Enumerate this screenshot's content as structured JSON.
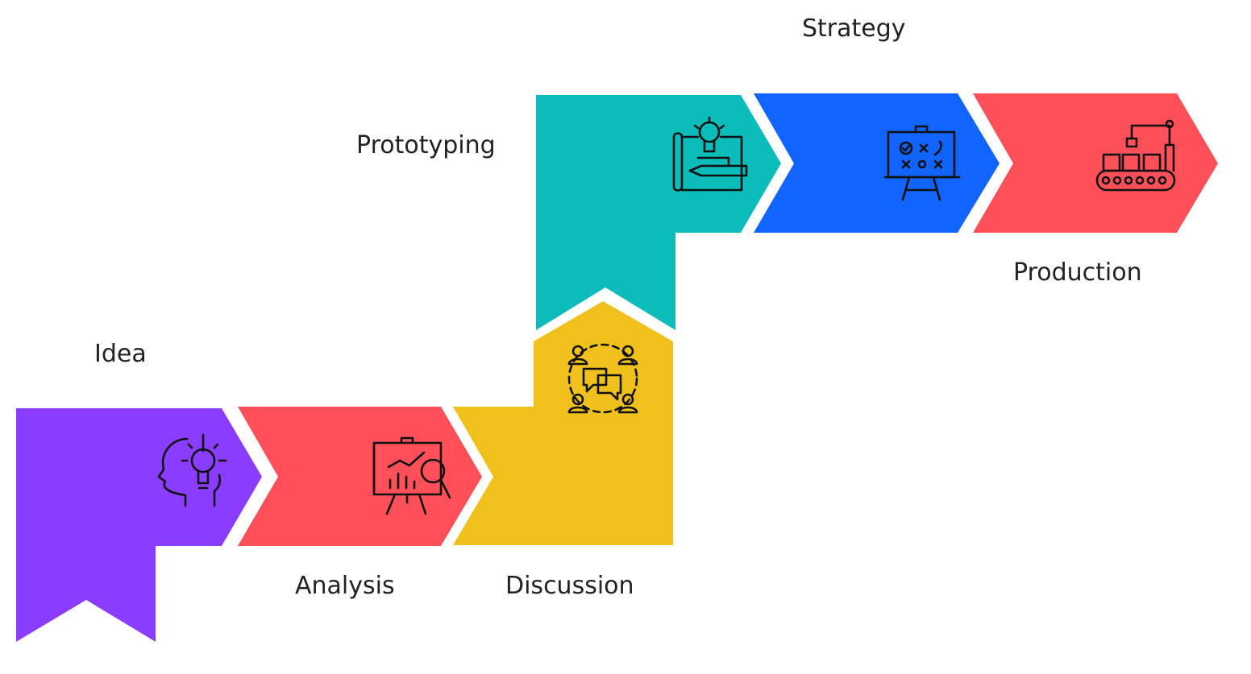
{
  "steps": [
    {
      "id": "idea",
      "label": "Idea",
      "color": "#8B3DFF",
      "icon": "head-lightbulb-icon"
    },
    {
      "id": "analysis",
      "label": "Analysis",
      "color": "#FF4F58",
      "icon": "presentation-chart-magnifier-icon"
    },
    {
      "id": "discussion",
      "label": "Discussion",
      "color": "#F0C11D",
      "icon": "group-chat-icon"
    },
    {
      "id": "prototyping",
      "label": "Prototyping",
      "color": "#0BBCBA",
      "icon": "blueprint-lightbulb-pencil-icon"
    },
    {
      "id": "strategy",
      "label": "Strategy",
      "color": "#1164FF",
      "icon": "strategy-board-icon"
    },
    {
      "id": "production",
      "label": "Production",
      "color": "#FF4F58",
      "icon": "conveyor-robot-arm-icon"
    }
  ]
}
